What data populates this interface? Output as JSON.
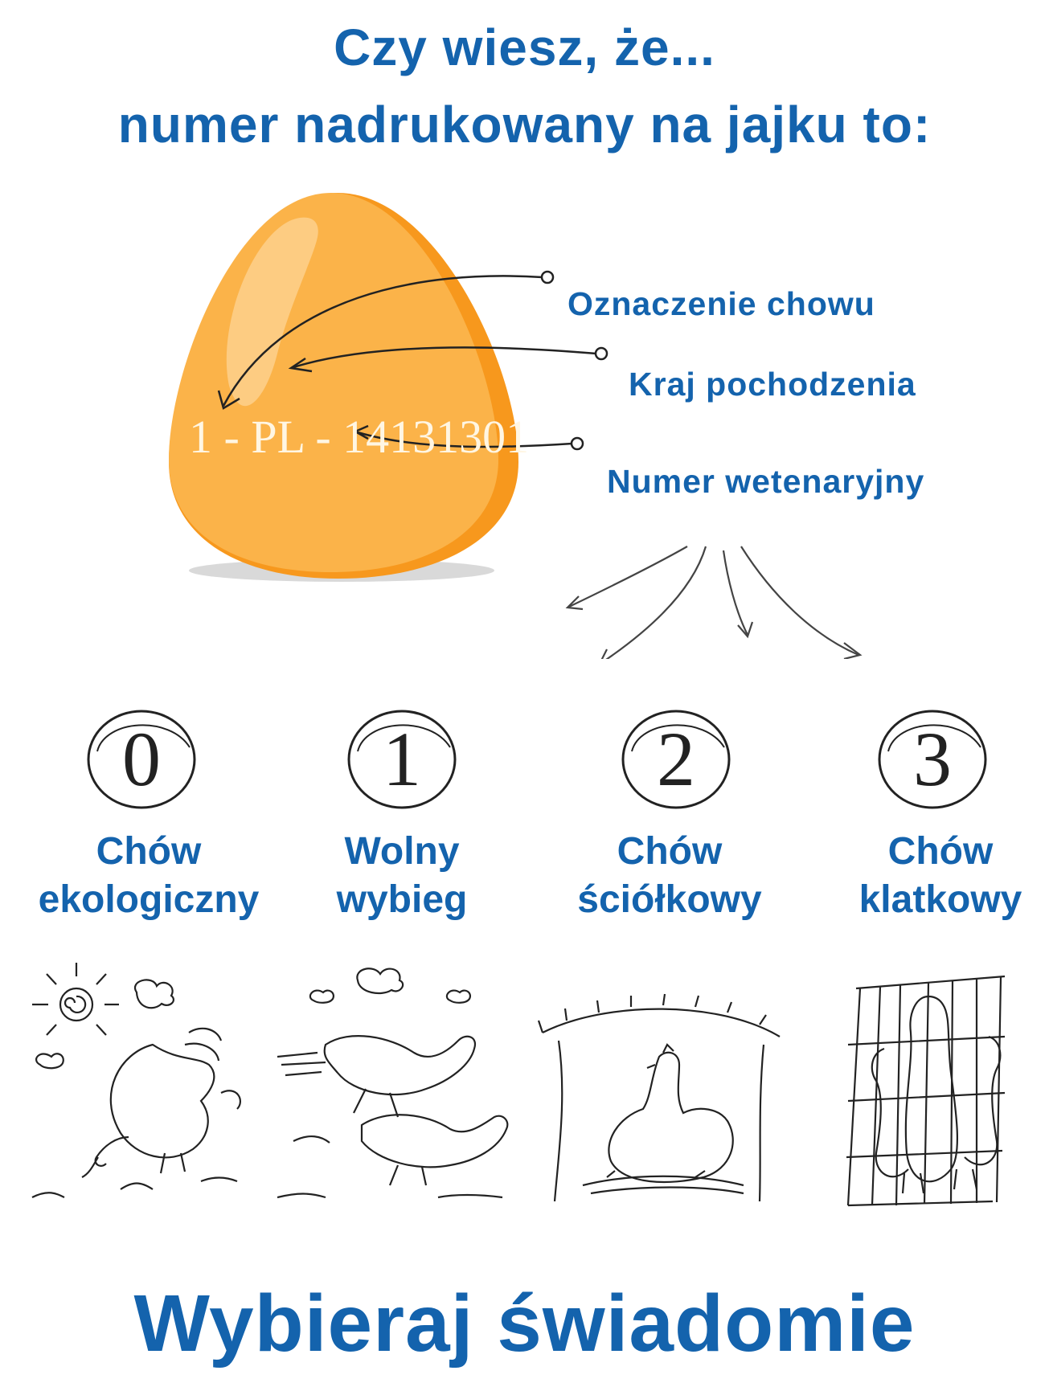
{
  "header": {
    "line1": "Czy wiesz, że...",
    "line2": "numer nadrukowany na jajku to:"
  },
  "egg": {
    "code": "1 - PL - 14131301",
    "labels": {
      "breeding": "Oznaczenie chowu",
      "country": "Kraj pochodzenia",
      "vet": "Numer wetenaryjny"
    }
  },
  "categories": [
    {
      "number": "0",
      "line1": "Chów",
      "line2": "ekologiczny",
      "icon": "sun-hen-pecking-illustration"
    },
    {
      "number": "1",
      "line1": "Wolny",
      "line2": "wybieg",
      "icon": "running-hens-illustration"
    },
    {
      "number": "2",
      "line1": "Chów",
      "line2": "ściółkowy",
      "icon": "hen-in-shelter-illustration"
    },
    {
      "number": "3",
      "line1": "Chów",
      "line2": "klatkowy",
      "icon": "caged-hens-illustration"
    }
  ],
  "footer": {
    "text": "Wybieraj świadomie"
  },
  "colors": {
    "brand_blue": "#1463ad",
    "egg_orange": "#fbb349",
    "egg_shadow": "#f7981d"
  }
}
